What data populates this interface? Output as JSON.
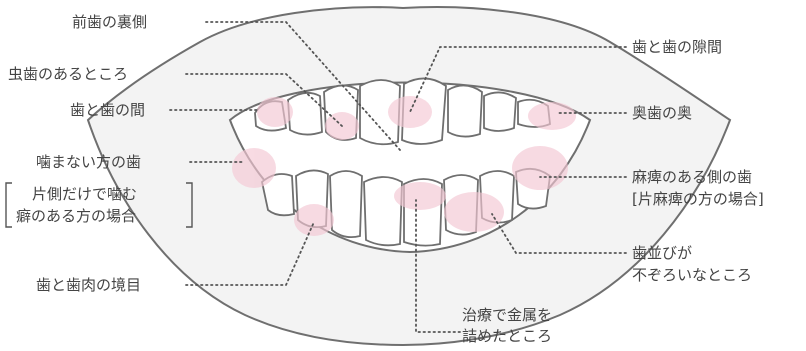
{
  "colors": {
    "outline": "#6f6f6f",
    "lip_fill": "#f3f3f3",
    "mouth_fill": "#ffffff",
    "highlight": "#f4c7d4",
    "dots": "#555555",
    "text": "#444444"
  },
  "labels": {
    "front_teeth_back": "前歯の裏側",
    "cavity": "虫歯のあるところ",
    "between_teeth": "歯と歯の間",
    "unchewed_side_1": "噛まない方の歯",
    "habit_side_1": "片側だけで噛む",
    "habit_side_2": "癖のある方の場合",
    "gum_border": "歯と歯肉の境目",
    "tooth_gap": "歯と歯の隙間",
    "back_of_molar": "奥歯の奥",
    "paralyzed_side_1": "麻痺のある側の歯",
    "paralyzed_side_2": "[片麻痺の方の場合]",
    "crooked_1": "歯並びが",
    "crooked_2": "不ぞろいなところ",
    "metal_filling_1": "治療で金属を",
    "metal_filling_2": "詰めたところ"
  }
}
